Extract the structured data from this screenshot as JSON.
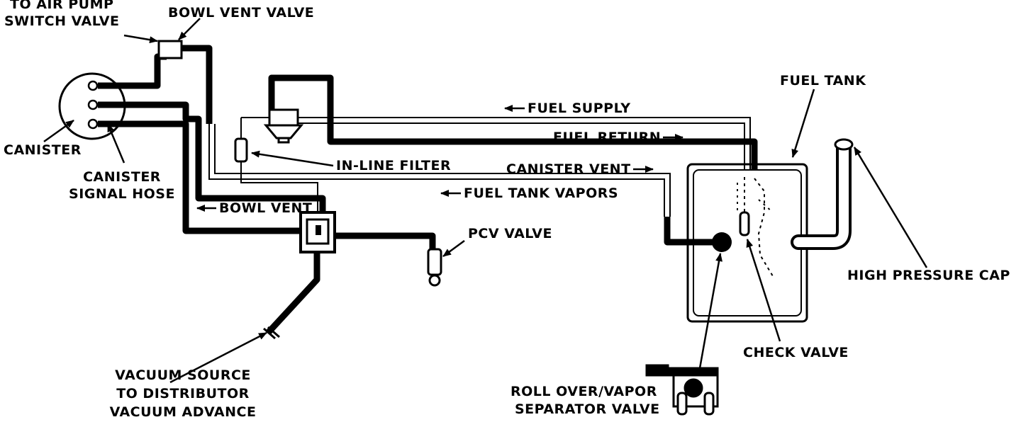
{
  "labels": {
    "to_air_pump_line1": "TO AIR PUMP",
    "to_air_pump_line2": "SWITCH VALVE",
    "bowl_vent_valve": "BOWL VENT VALVE",
    "canister": "CANISTER",
    "canister_signal_hose_line1": "CANISTER",
    "canister_signal_hose_line2": "SIGNAL HOSE",
    "fuel_supply": "FUEL SUPPLY",
    "fuel_return": "FUEL RETURN",
    "in_line_filter": "IN-LINE FILTER",
    "canister_vent": "CANISTER VENT",
    "fuel_tank_vapors": "FUEL TANK VAPORS",
    "bowl_vent": "BOWL VENT",
    "pcv_valve": "PCV VALVE",
    "fuel_tank": "FUEL TANK",
    "high_pressure_cap": "HIGH PRESSURE CAP",
    "check_valve": "CHECK VALVE",
    "vacuum_source_line1": "VACUUM SOURCE",
    "vacuum_source_line2": "TO DISTRIBUTOR",
    "vacuum_source_line3": "VACUUM ADVANCE",
    "rollover_line1": "ROLL OVER/VAPOR",
    "rollover_line2": "SEPARATOR VALVE"
  },
  "colors": {
    "ink": "#000000",
    "paper": "#ffffff"
  }
}
